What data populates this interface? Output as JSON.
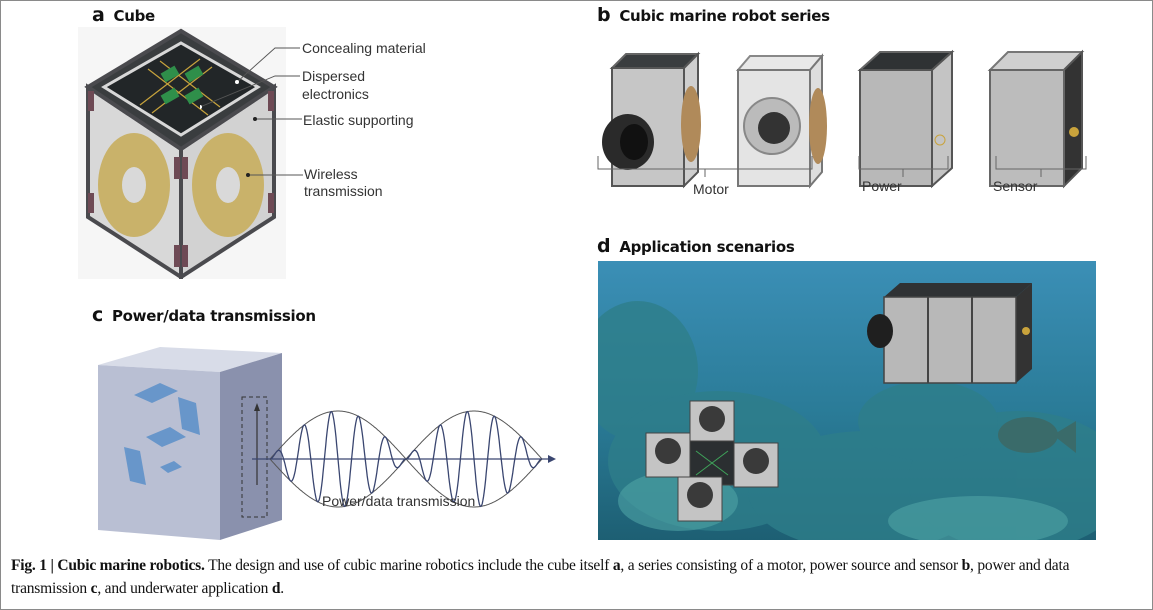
{
  "figure": {
    "panels": {
      "a": {
        "letter": "a",
        "title": "Cube",
        "callouts": [
          "Concealing material",
          "Dispersed",
          "electronics",
          "Elastic supporting",
          "Wireless",
          "transmission"
        ]
      },
      "b": {
        "letter": "b",
        "title": "Cubic marine robot series",
        "groups": [
          "Motor",
          "Power",
          "Sensor"
        ]
      },
      "c": {
        "letter": "c",
        "title": "Power/data transmission",
        "wave_label": "Power/data transmission"
      },
      "d": {
        "letter": "d",
        "title": "Application scenarios"
      }
    },
    "caption": {
      "fig_label": "Fig. 1 | Cubic marine robotics.",
      "part1": " The design and use of cubic marine robotics include the cube itself ",
      "ref_a": "a",
      "part2": ", a series consisting of a motor, power source and sensor ",
      "ref_b": "b",
      "part3": ", power and data transmission ",
      "ref_c": "c",
      "part4": ", and underwater application ",
      "ref_d": "d",
      "part5": "."
    },
    "colors": {
      "coil_gold": "#c9b26a",
      "frame_gray": "#4a4a4e",
      "pcb_green": "#2f8f4a",
      "cube_blue_gray": "#b9bfd3",
      "ocean": "#2f7fa0",
      "wave_line": "#3a4670"
    }
  }
}
